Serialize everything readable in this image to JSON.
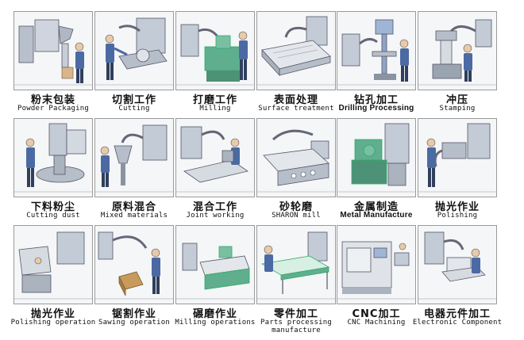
{
  "items": [
    {
      "zh": "粉末包装",
      "en": "Powder Packaging",
      "icon": "powder-packaging-icon"
    },
    {
      "zh": "切割工作",
      "en": "Cutting",
      "icon": "cutting-icon"
    },
    {
      "zh": "打磨工作",
      "en": "Milling",
      "icon": "milling-icon"
    },
    {
      "zh": "表面处理",
      "en": "Surface treatment",
      "icon": "surface-treatment-icon"
    },
    {
      "zh": "钻孔加工",
      "en": "Drilling Processing",
      "icon": "drilling-icon"
    },
    {
      "zh": "冲压",
      "en": "Stamping",
      "icon": "stamping-icon"
    },
    {
      "zh": "下料粉尘",
      "en": "Cutting dust",
      "icon": "cutting-dust-icon"
    },
    {
      "zh": "原料混合",
      "en": "Mixed materials",
      "icon": "mixed-materials-icon"
    },
    {
      "zh": "混合工作",
      "en": "Joint working",
      "icon": "joint-working-icon"
    },
    {
      "zh": "砂轮磨",
      "en": "SHARON mill",
      "icon": "sharon-mill-icon"
    },
    {
      "zh": "金属制造",
      "en": "Metal Manufacture",
      "icon": "metal-manufacture-icon"
    },
    {
      "zh": "抛光作业",
      "en": "Polishing",
      "icon": "polishing-icon"
    },
    {
      "zh": "抛光作业",
      "en": "Polishing operation",
      "icon": "polishing-operation-icon"
    },
    {
      "zh": "锯割作业",
      "en": "Sawing operation",
      "icon": "sawing-icon"
    },
    {
      "zh": "碾磨作业",
      "en": "Milling operations",
      "icon": "milling-operations-icon"
    },
    {
      "zh": "零件加工",
      "en": "Parts processing manufacture",
      "icon": "parts-processing-icon"
    },
    {
      "zh": "CNC加工",
      "en": "CNC Machining",
      "icon": "cnc-machining-icon"
    },
    {
      "zh": "电器元件加工",
      "en": "Electronic Component",
      "icon": "electronic-component-icon"
    }
  ]
}
